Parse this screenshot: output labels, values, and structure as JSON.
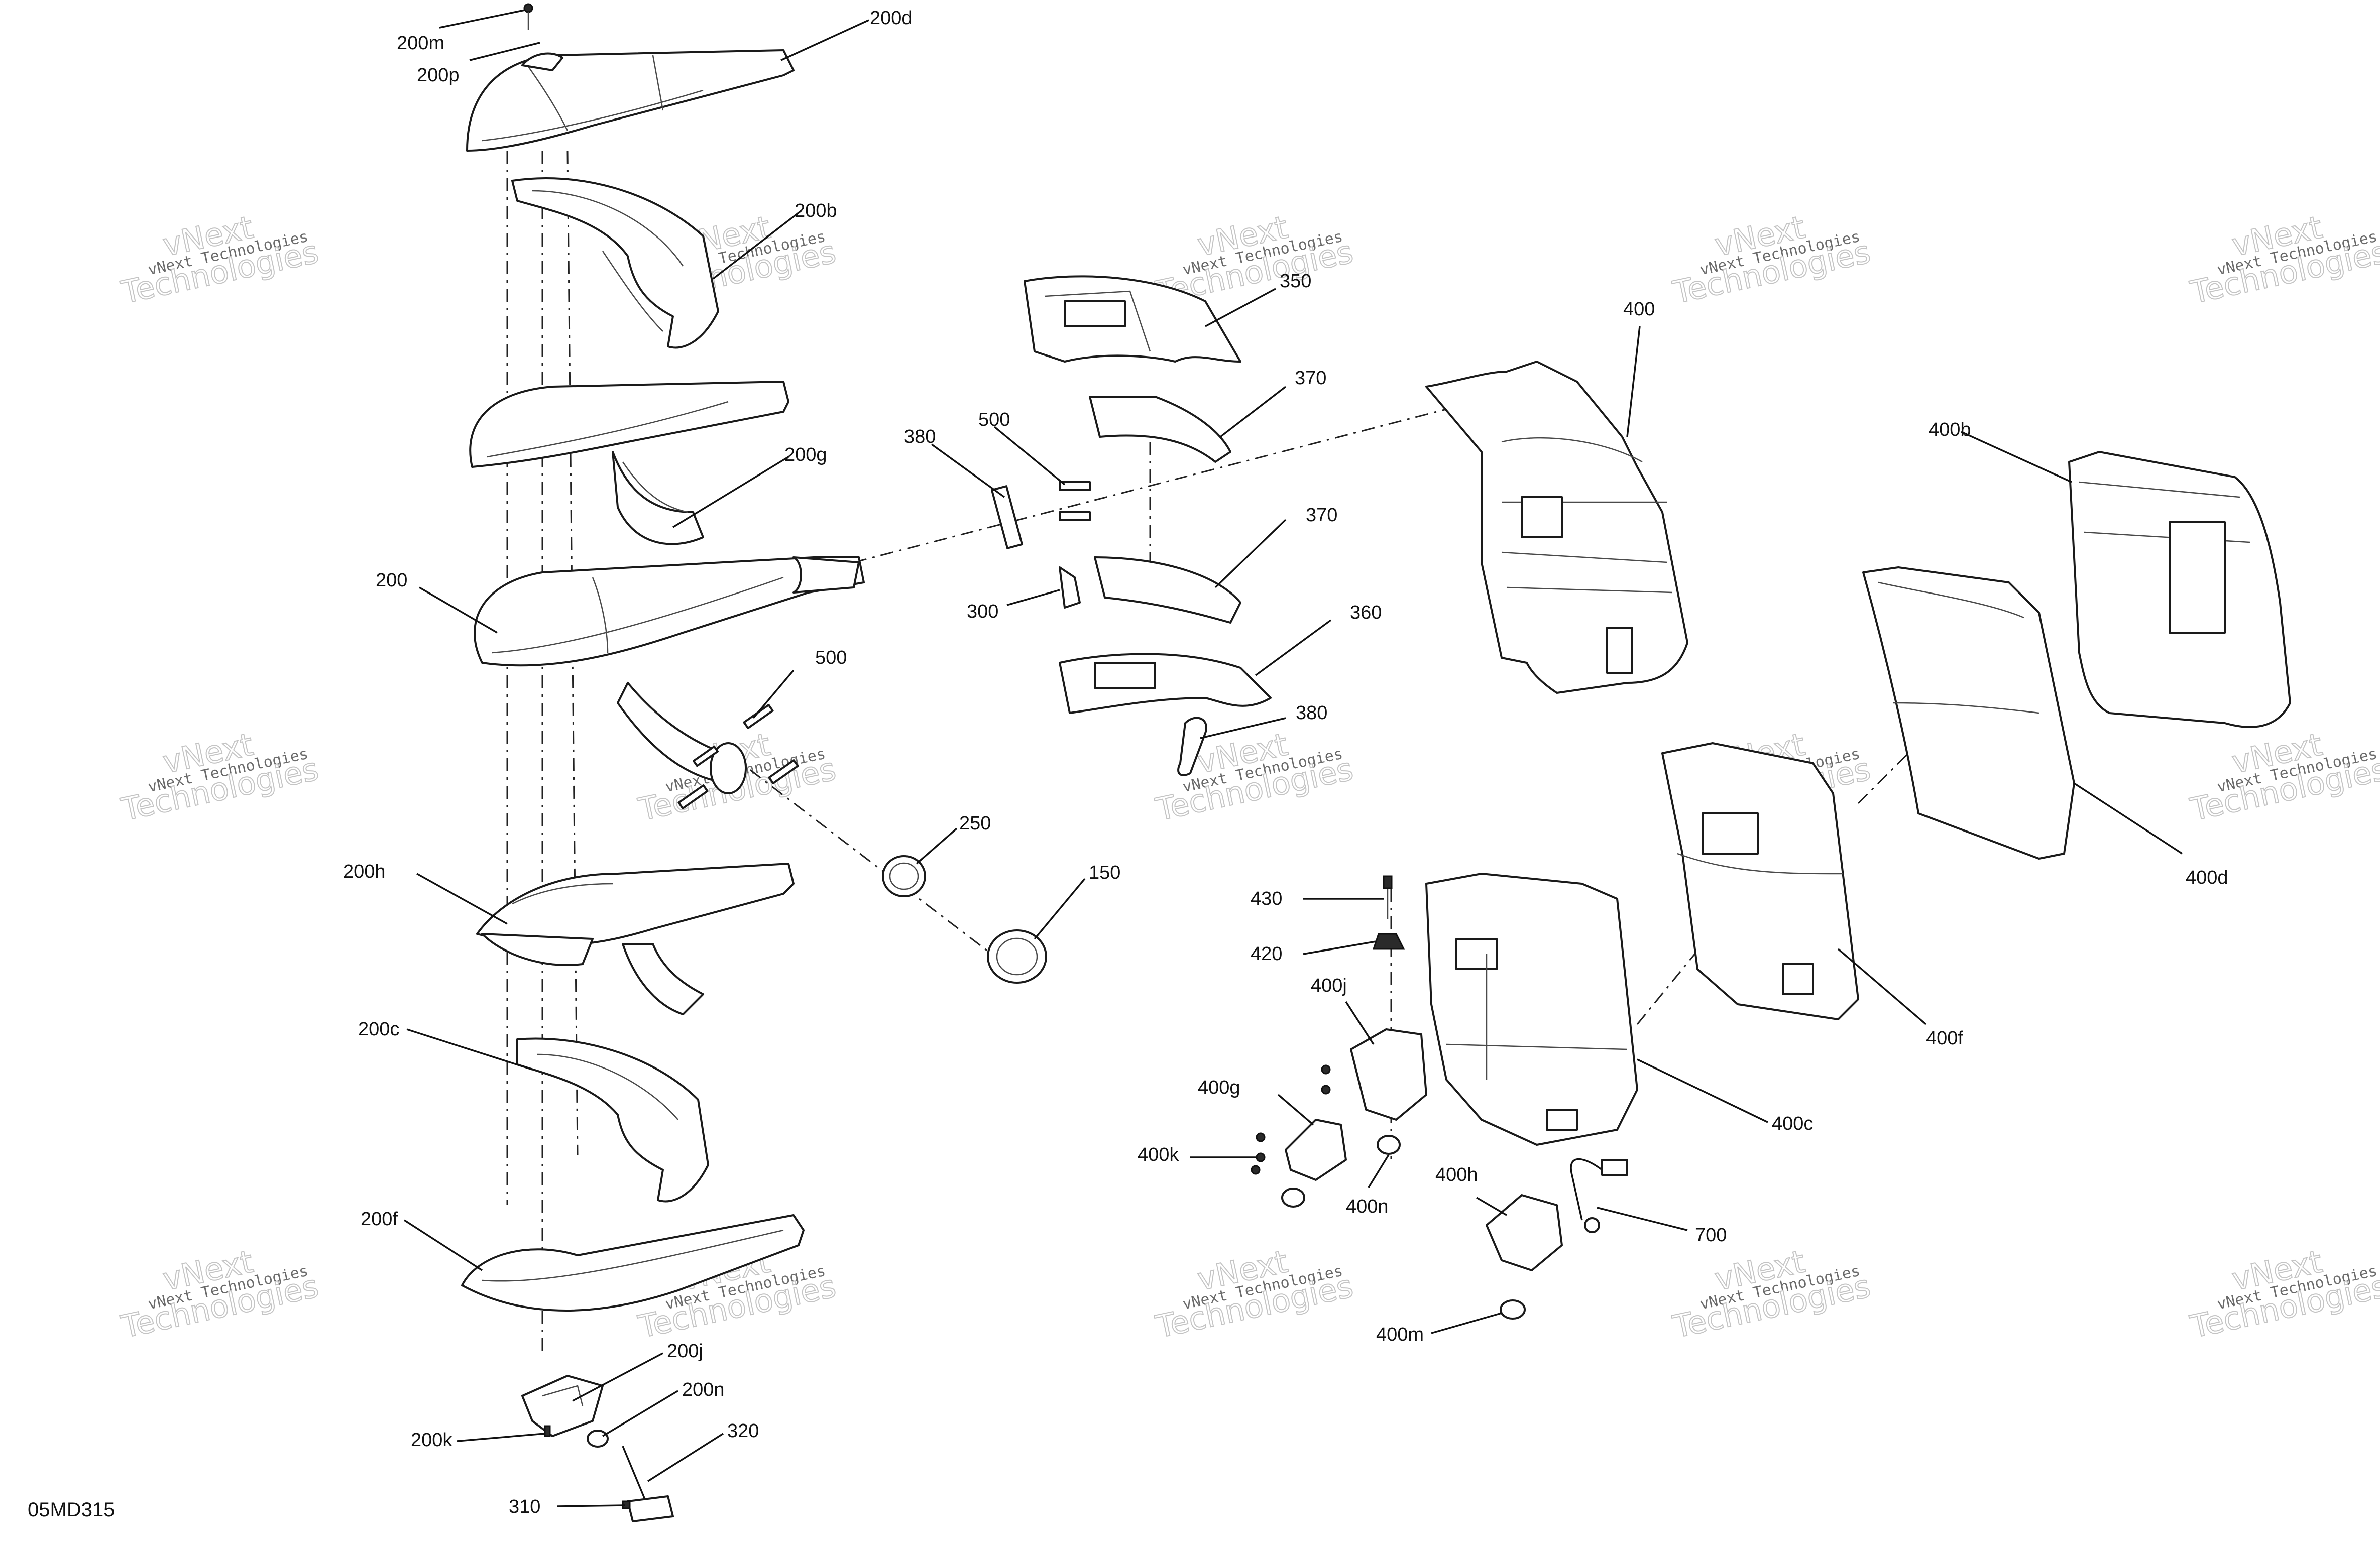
{
  "diagram_code": "05MD315",
  "watermark": {
    "brand_top": "vNext",
    "company": "vNext Technologies",
    "technologies": "Technologies"
  },
  "callouts": {
    "p200m": "200m",
    "p200p": "200p",
    "p200d": "200d",
    "p200b": "200b",
    "p200g": "200g",
    "p200": "200",
    "p200h": "200h",
    "p200c": "200c",
    "p200f": "200f",
    "p200j": "200j",
    "p200n": "200n",
    "p200k": "200k",
    "p310": "310",
    "p320": "320",
    "p350": "350",
    "p370_top": "370",
    "p370_mid": "370",
    "p360": "360",
    "p380_top": "380",
    "p380_bot": "380",
    "p500_top": "500",
    "p500_mid": "500",
    "p300": "300",
    "p250": "250",
    "p150": "150",
    "p400": "400",
    "p400b": "400b",
    "p400d": "400d",
    "p400f": "400f",
    "p400c": "400c",
    "p430": "430",
    "p420": "420",
    "p400j": "400j",
    "p400g": "400g",
    "p400k": "400k",
    "p400n": "400n",
    "p400h": "400h",
    "p400m": "400m",
    "p700": "700"
  }
}
